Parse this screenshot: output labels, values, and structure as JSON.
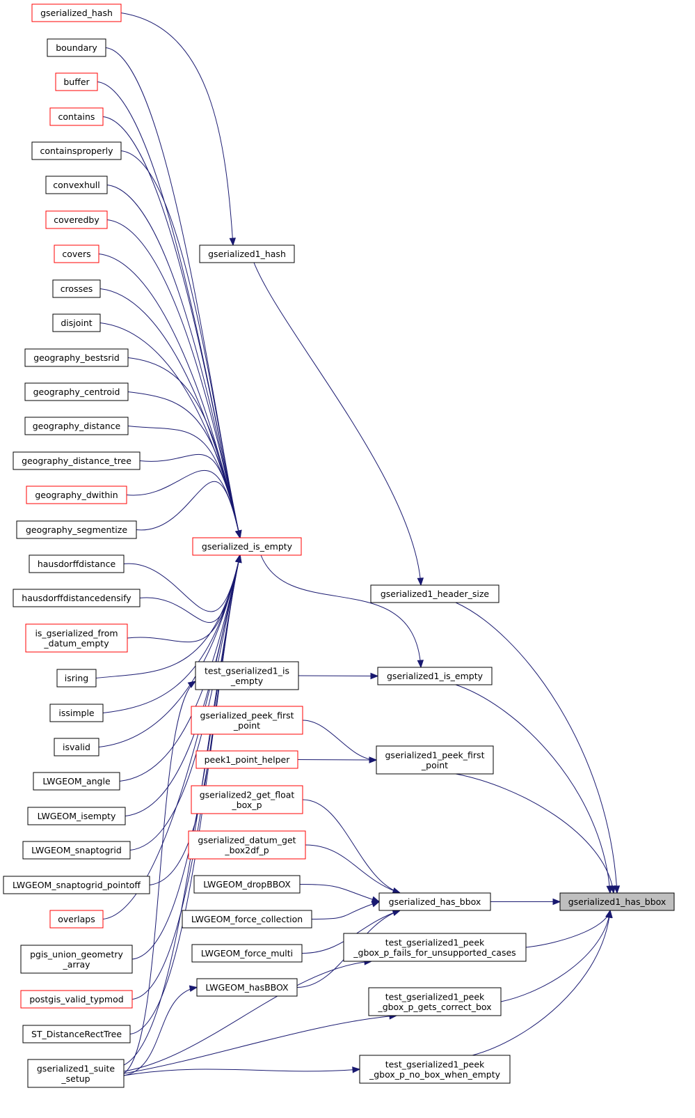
{
  "root": "gserialized1_has_bbox",
  "nodes": [
    {
      "id": "gserialized_hash",
      "lines": [
        "gserialized_hash"
      ],
      "link": true
    },
    {
      "id": "boundary",
      "lines": [
        "boundary"
      ],
      "link": false
    },
    {
      "id": "buffer",
      "lines": [
        "buffer"
      ],
      "link": true
    },
    {
      "id": "contains",
      "lines": [
        "contains"
      ],
      "link": true
    },
    {
      "id": "containsproperly",
      "lines": [
        "containsproperly"
      ],
      "link": false
    },
    {
      "id": "convexhull",
      "lines": [
        "convexhull"
      ],
      "link": false
    },
    {
      "id": "coveredby",
      "lines": [
        "coveredby"
      ],
      "link": true
    },
    {
      "id": "covers",
      "lines": [
        "covers"
      ],
      "link": true
    },
    {
      "id": "crosses",
      "lines": [
        "crosses"
      ],
      "link": false
    },
    {
      "id": "disjoint",
      "lines": [
        "disjoint"
      ],
      "link": false
    },
    {
      "id": "geography_bestsrid",
      "lines": [
        "geography_bestsrid"
      ],
      "link": false
    },
    {
      "id": "geography_centroid",
      "lines": [
        "geography_centroid"
      ],
      "link": false
    },
    {
      "id": "geography_distance",
      "lines": [
        "geography_distance"
      ],
      "link": false
    },
    {
      "id": "geography_distance_tree",
      "lines": [
        "geography_distance_tree"
      ],
      "link": false
    },
    {
      "id": "geography_dwithin",
      "lines": [
        "geography_dwithin"
      ],
      "link": true
    },
    {
      "id": "geography_segmentize",
      "lines": [
        "geography_segmentize"
      ],
      "link": false
    },
    {
      "id": "hausdorffdistance",
      "lines": [
        "hausdorffdistance"
      ],
      "link": false
    },
    {
      "id": "hausdorffdistancedensify",
      "lines": [
        "hausdorffdistancedensify"
      ],
      "link": false
    },
    {
      "id": "is_gserialized_from_datum_empty",
      "lines": [
        "is_gserialized_from",
        "_datum_empty"
      ],
      "link": true
    },
    {
      "id": "isring",
      "lines": [
        "isring"
      ],
      "link": false
    },
    {
      "id": "issimple",
      "lines": [
        "issimple"
      ],
      "link": false
    },
    {
      "id": "isvalid",
      "lines": [
        "isvalid"
      ],
      "link": false
    },
    {
      "id": "LWGEOM_angle",
      "lines": [
        "LWGEOM_angle"
      ],
      "link": false
    },
    {
      "id": "LWGEOM_isempty",
      "lines": [
        "LWGEOM_isempty"
      ],
      "link": false
    },
    {
      "id": "LWGEOM_snaptogrid",
      "lines": [
        "LWGEOM_snaptogrid"
      ],
      "link": false
    },
    {
      "id": "LWGEOM_snaptogrid_pointoff",
      "lines": [
        "LWGEOM_snaptogrid_pointoff"
      ],
      "link": false
    },
    {
      "id": "overlaps",
      "lines": [
        "overlaps"
      ],
      "link": true
    },
    {
      "id": "pgis_union_geometry_array",
      "lines": [
        "pgis_union_geometry",
        "_array"
      ],
      "link": false
    },
    {
      "id": "postgis_valid_typmod",
      "lines": [
        "postgis_valid_typmod"
      ],
      "link": true
    },
    {
      "id": "ST_DistanceRectTree",
      "lines": [
        "ST_DistanceRectTree"
      ],
      "link": false
    },
    {
      "id": "gserialized1_suite_setup",
      "lines": [
        "gserialized1_suite",
        "_setup"
      ],
      "link": false
    },
    {
      "id": "gserialized1_hash",
      "lines": [
        "gserialized1_hash"
      ],
      "link": false
    },
    {
      "id": "gserialized_is_empty",
      "lines": [
        "gserialized_is_empty"
      ],
      "link": true
    },
    {
      "id": "gserialized1_header_size",
      "lines": [
        "gserialized1_header_size"
      ],
      "link": false
    },
    {
      "id": "test_gserialized1_is_empty",
      "lines": [
        "test_gserialized1_is",
        "_empty"
      ],
      "link": false
    },
    {
      "id": "gserialized1_is_empty",
      "lines": [
        "gserialized1_is_empty"
      ],
      "link": false
    },
    {
      "id": "gserialized_peek_first_point",
      "lines": [
        "gserialized_peek_first",
        "_point"
      ],
      "link": true
    },
    {
      "id": "peek1_point_helper",
      "lines": [
        "peek1_point_helper"
      ],
      "link": true
    },
    {
      "id": "gserialized1_peek_first_point",
      "lines": [
        "gserialized1_peek_first",
        "_point"
      ],
      "link": false
    },
    {
      "id": "gserialized2_get_float_box_p",
      "lines": [
        "gserialized2_get_float",
        "_box_p"
      ],
      "link": true
    },
    {
      "id": "gserialized_datum_get_box2df_p",
      "lines": [
        "gserialized_datum_get",
        "_box2df_p"
      ],
      "link": true
    },
    {
      "id": "LWGEOM_dropBBOX",
      "lines": [
        "LWGEOM_dropBBOX"
      ],
      "link": false
    },
    {
      "id": "LWGEOM_force_collection",
      "lines": [
        "LWGEOM_force_collection"
      ],
      "link": false
    },
    {
      "id": "LWGEOM_force_multi",
      "lines": [
        "LWGEOM_force_multi"
      ],
      "link": false
    },
    {
      "id": "LWGEOM_hasBBOX",
      "lines": [
        "LWGEOM_hasBBOX"
      ],
      "link": false
    },
    {
      "id": "gserialized_has_bbox",
      "lines": [
        "gserialized_has_bbox"
      ],
      "link": false
    },
    {
      "id": "test_gserialized1_peek_gbox_p_fails_for_unsupported_cases",
      "lines": [
        "test_gserialized1_peek",
        "_gbox_p_fails_for_unsupported_cases"
      ],
      "link": false
    },
    {
      "id": "test_gserialized1_peek_gbox_p_gets_correct_box",
      "lines": [
        "test_gserialized1_peek",
        "_gbox_p_gets_correct_box"
      ],
      "link": false
    },
    {
      "id": "test_gserialized1_peek_gbox_p_no_box_when_empty",
      "lines": [
        "test_gserialized1_peek",
        "_gbox_p_no_box_when_empty"
      ],
      "link": false
    },
    {
      "id": "gserialized1_has_bbox",
      "lines": [
        "gserialized1_has_bbox"
      ],
      "link": false
    }
  ],
  "edges": [
    [
      "gserialized_hash",
      "gserialized1_hash"
    ],
    [
      "boundary",
      "gserialized_is_empty"
    ],
    [
      "buffer",
      "gserialized_is_empty"
    ],
    [
      "contains",
      "gserialized_is_empty"
    ],
    [
      "containsproperly",
      "gserialized_is_empty"
    ],
    [
      "convexhull",
      "gserialized_is_empty"
    ],
    [
      "coveredby",
      "gserialized_is_empty"
    ],
    [
      "covers",
      "gserialized_is_empty"
    ],
    [
      "crosses",
      "gserialized_is_empty"
    ],
    [
      "disjoint",
      "gserialized_is_empty"
    ],
    [
      "geography_bestsrid",
      "gserialized_is_empty"
    ],
    [
      "geography_centroid",
      "gserialized_is_empty"
    ],
    [
      "geography_distance",
      "gserialized_is_empty"
    ],
    [
      "geography_distance_tree",
      "gserialized_is_empty"
    ],
    [
      "geography_dwithin",
      "gserialized_is_empty"
    ],
    [
      "geography_segmentize",
      "gserialized_is_empty"
    ],
    [
      "hausdorffdistance",
      "gserialized_is_empty"
    ],
    [
      "hausdorffdistancedensify",
      "gserialized_is_empty"
    ],
    [
      "is_gserialized_from_datum_empty",
      "gserialized_is_empty"
    ],
    [
      "isring",
      "gserialized_is_empty"
    ],
    [
      "issimple",
      "gserialized_is_empty"
    ],
    [
      "isvalid",
      "gserialized_is_empty"
    ],
    [
      "LWGEOM_angle",
      "gserialized_is_empty"
    ],
    [
      "LWGEOM_isempty",
      "gserialized_is_empty"
    ],
    [
      "LWGEOM_snaptogrid",
      "gserialized_is_empty"
    ],
    [
      "LWGEOM_snaptogrid_pointoff",
      "gserialized_is_empty"
    ],
    [
      "overlaps",
      "gserialized_is_empty"
    ],
    [
      "pgis_union_geometry_array",
      "gserialized_is_empty"
    ],
    [
      "postgis_valid_typmod",
      "gserialized_is_empty"
    ],
    [
      "ST_DistanceRectTree",
      "gserialized_is_empty"
    ],
    [
      "gserialized1_suite_setup",
      "gserialized_is_empty"
    ],
    [
      "gserialized1_suite_setup",
      "test_gserialized1_is_empty"
    ],
    [
      "gserialized1_suite_setup",
      "LWGEOM_hasBBOX"
    ],
    [
      "gserialized1_suite_setup",
      "test_gserialized1_peek_gbox_p_fails_for_unsupported_cases"
    ],
    [
      "gserialized1_suite_setup",
      "test_gserialized1_peek_gbox_p_gets_correct_box"
    ],
    [
      "gserialized1_suite_setup",
      "test_gserialized1_peek_gbox_p_no_box_when_empty"
    ],
    [
      "gserialized1_hash",
      "gserialized1_header_size"
    ],
    [
      "gserialized_is_empty",
      "gserialized1_is_empty"
    ],
    [
      "test_gserialized1_is_empty",
      "gserialized1_is_empty"
    ],
    [
      "gserialized_peek_first_point",
      "gserialized1_peek_first_point"
    ],
    [
      "peek1_point_helper",
      "gserialized1_peek_first_point"
    ],
    [
      "gserialized2_get_float_box_p",
      "gserialized_has_bbox"
    ],
    [
      "gserialized_datum_get_box2df_p",
      "gserialized_has_bbox"
    ],
    [
      "LWGEOM_dropBBOX",
      "gserialized_has_bbox"
    ],
    [
      "LWGEOM_force_collection",
      "gserialized_has_bbox"
    ],
    [
      "LWGEOM_force_multi",
      "gserialized_has_bbox"
    ],
    [
      "LWGEOM_hasBBOX",
      "gserialized_has_bbox"
    ],
    [
      "gserialized1_header_size",
      "gserialized1_has_bbox"
    ],
    [
      "gserialized1_is_empty",
      "gserialized1_has_bbox"
    ],
    [
      "gserialized1_peek_first_point",
      "gserialized1_has_bbox"
    ],
    [
      "gserialized_has_bbox",
      "gserialized1_has_bbox"
    ],
    [
      "test_gserialized1_peek_gbox_p_fails_for_unsupported_cases",
      "gserialized1_has_bbox"
    ],
    [
      "test_gserialized1_peek_gbox_p_gets_correct_box",
      "gserialized1_has_bbox"
    ],
    [
      "test_gserialized1_peek_gbox_p_no_box_when_empty",
      "gserialized1_has_bbox"
    ]
  ],
  "colors": {
    "edge": "#191970",
    "link_border": "#ff0000",
    "node_border": "#000000",
    "root_fill": "#bfbfbf"
  }
}
